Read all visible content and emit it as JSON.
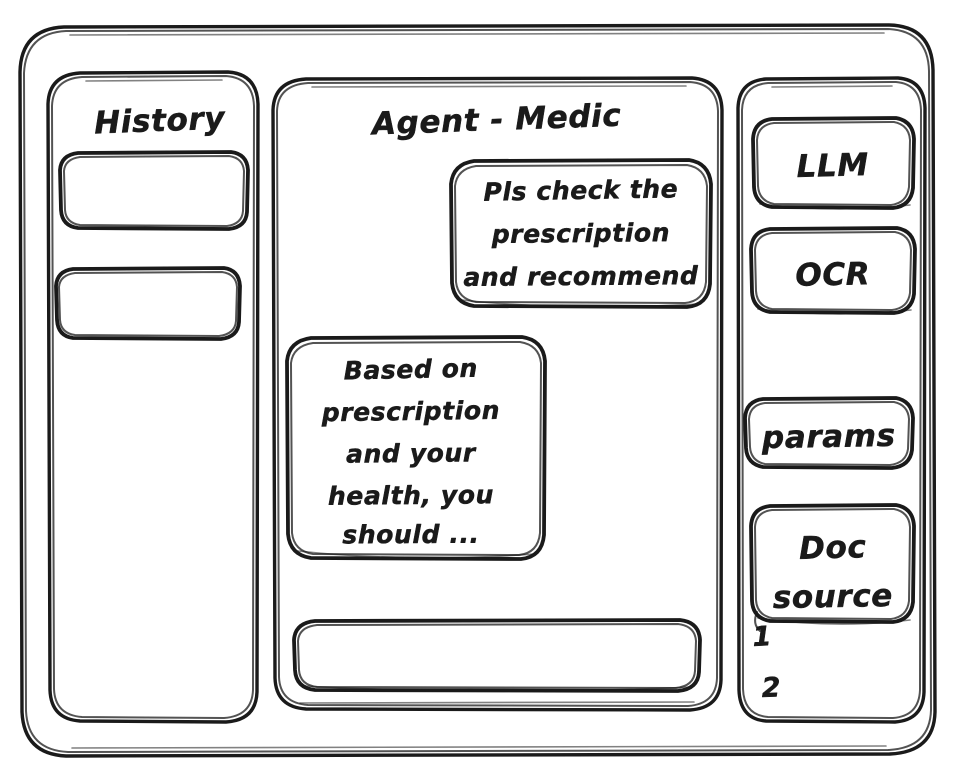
{
  "app": {
    "style": "hand-drawn-wireframe",
    "ink_color": "#1a1a1a",
    "background_color": "#ffffff"
  },
  "sidebar": {
    "title": "History",
    "items": [
      {
        "label": ""
      },
      {
        "label": ""
      }
    ]
  },
  "main": {
    "title": "Agent - Medic",
    "messages": [
      {
        "role": "user",
        "align": "right",
        "lines": [
          "Pls check the",
          "prescription",
          "and recommend"
        ]
      },
      {
        "role": "assistant",
        "align": "left",
        "lines": [
          "Based on",
          "prescription",
          "and your",
          "health, you",
          "should ..."
        ]
      }
    ],
    "composer": {
      "value": "",
      "placeholder": ""
    }
  },
  "tools": {
    "buttons": [
      {
        "label": "LLM"
      },
      {
        "label": "OCR"
      }
    ],
    "params": {
      "label": "params"
    },
    "doc_source": {
      "lines": [
        "Doc",
        "source"
      ],
      "items": [
        "1",
        "2"
      ]
    }
  }
}
